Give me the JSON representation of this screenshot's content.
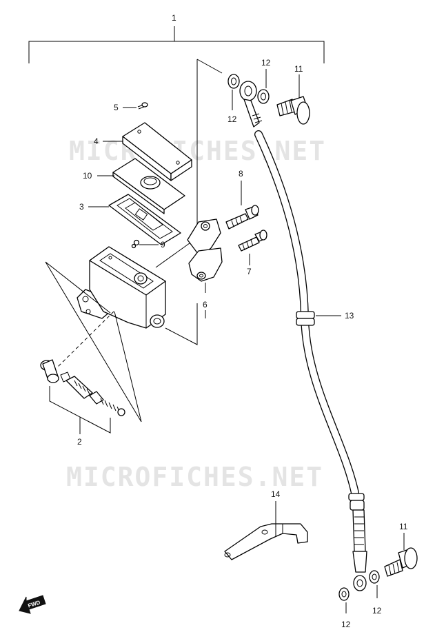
{
  "watermarks": [
    "MICROFICHES.NET",
    "MICROFICHES.NET"
  ],
  "callouts": {
    "assembly": "1",
    "piston_kit": "2",
    "diaphragm_plate": "3",
    "reservoir_cap": "4",
    "cap_screw": "5",
    "lever_holder": "6",
    "holder_bolt_short": "7",
    "holder_bolt_long": "8",
    "bleed_screw": "9",
    "diaphragm": "10",
    "union_bolt_top": "11",
    "gasket_top_left": "12",
    "gasket_top_right": "12",
    "brake_hose": "13",
    "hose_clamp": "14",
    "union_bolt_bottom": "11",
    "gasket_bottom_left": "12",
    "gasket_bottom_right": "12"
  },
  "fwd_badge": "FWD"
}
